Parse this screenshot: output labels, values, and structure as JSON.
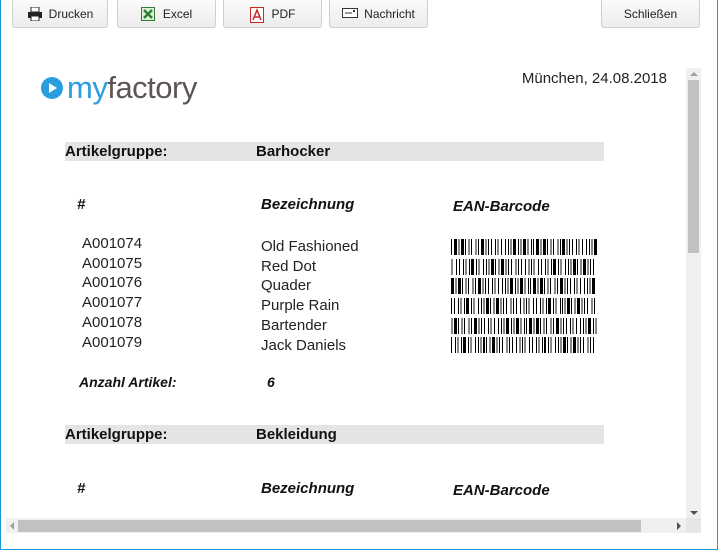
{
  "toolbar": {
    "buttons": [
      {
        "label": "Drucken",
        "icon": "printer-icon"
      },
      {
        "label": "Excel",
        "icon": "excel-icon"
      },
      {
        "label": "PDF",
        "icon": "pdf-icon"
      },
      {
        "label": "Nachricht",
        "icon": "message-icon"
      }
    ],
    "close_label": "Schließen"
  },
  "report": {
    "logo": {
      "prefix": "my",
      "suffix": "factory"
    },
    "date_line": "München, 24.08.2018",
    "groups": [
      {
        "label": "Artikelgruppe:",
        "name": "Barhocker",
        "columns": {
          "id": "#",
          "name": "Bezeichnung",
          "barcode": "EAN-Barcode"
        },
        "rows": [
          {
            "id": "A001074",
            "name": "Old Fashioned"
          },
          {
            "id": "A001075",
            "name": "Red Dot"
          },
          {
            "id": "A001076",
            "name": "Quader"
          },
          {
            "id": "A001077",
            "name": "Purple Rain"
          },
          {
            "id": "A001078",
            "name": "Bartender"
          },
          {
            "id": "A001079",
            "name": "Jack Daniels"
          }
        ],
        "summary_label": "Anzahl Artikel:",
        "summary_value": "6"
      },
      {
        "label": "Artikelgruppe:",
        "name": "Bekleidung",
        "columns": {
          "id": "#",
          "name": "Bezeichnung",
          "barcode": "EAN-Barcode"
        }
      }
    ]
  },
  "colors": {
    "window_border": "#1a9ad6",
    "logo_blue": "#2a9de0",
    "logo_gray": "#5d5555",
    "group_bar": "#e4e4e4"
  }
}
